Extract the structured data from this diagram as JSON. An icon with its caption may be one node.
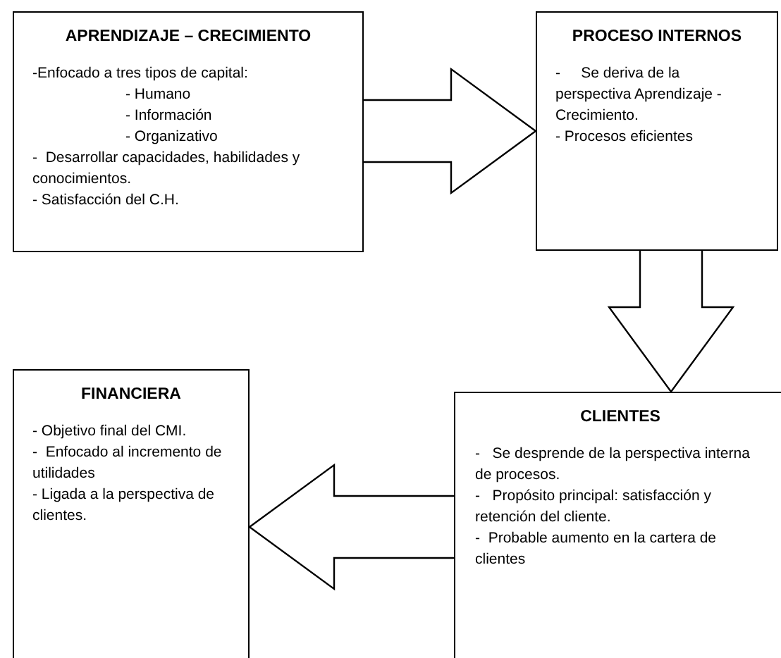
{
  "diagram": {
    "nodes": [
      {
        "text": [
          "APRENDIZAJE – CRECIMIENTO",
          "-Enfocado a tres tipos de capital:",
          "- Humano",
          "- Información",
          "- Organizativo",
          "-  Desarrollar capacidades, habilidades y conocimientos.",
          "- Satisfacción del C.H."
        ]
      },
      {
        "text": [
          "PROCESO INTERNOS",
          "-     Se deriva de la perspectiva Aprendizaje - Crecimiento.",
          "- Procesos eficientes"
        ]
      },
      {
        "text": [
          "FINANCIERA",
          "- Objetivo final del CMI.",
          "-  Enfocado al incremento de utilidades",
          "- Ligada a la perspectiva de clientes."
        ]
      },
      {
        "text": [
          "CLIENTES",
          "-   Se desprende de la perspectiva interna de procesos.",
          "-   Propósito principal: satisfacción y retención del cliente.",
          "-  Probable aumento en la cartera de clientes"
        ]
      }
    ],
    "edges": [
      {
        "from": 0,
        "to": 1,
        "arrow": "to"
      },
      {
        "from": 1,
        "to": 3,
        "arrow": "to"
      },
      {
        "from": 3,
        "to": 2,
        "arrow": "to"
      }
    ]
  }
}
